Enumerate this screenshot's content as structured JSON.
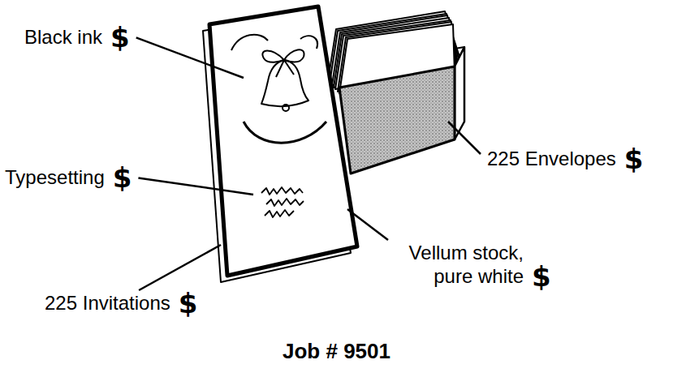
{
  "diagram": {
    "caption": "Job # 9501",
    "labels": [
      "Black ink",
      "$",
      "225 Envelopes",
      "$",
      "Typesetting",
      "$",
      "Vellum stock, pure white",
      "$",
      "225 Invitations",
      "$"
    ]
  }
}
